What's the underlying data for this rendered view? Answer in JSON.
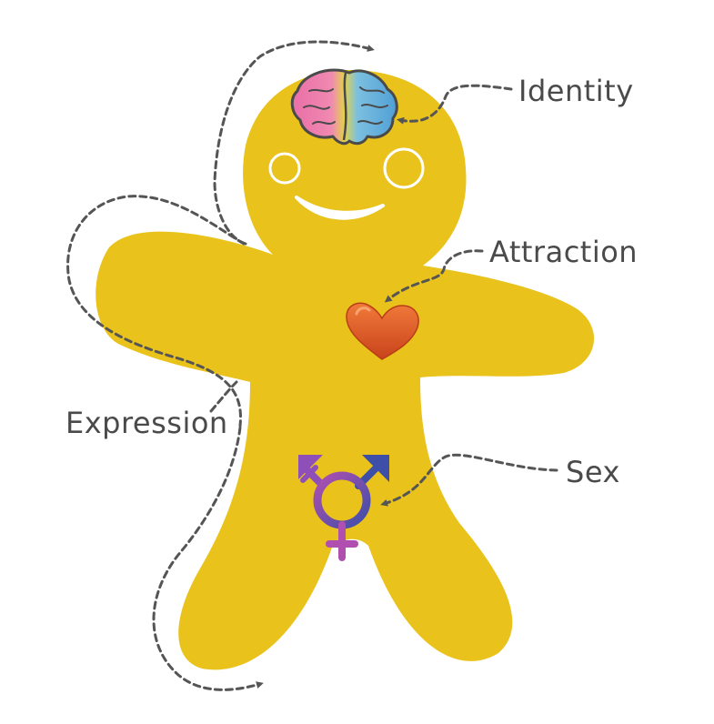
{
  "labels": {
    "identity": "Identity",
    "attraction": "Attraction",
    "expression": "Expression",
    "sex": "Sex"
  },
  "colors": {
    "body": "#E9C21B",
    "arrow": "#555555",
    "heart": "#D94E1F",
    "brain_left": "#E96FA8",
    "brain_middle": "#E3D24A",
    "brain_right": "#5AA8D8",
    "symbol_female": "#B04FB0",
    "symbol_male": "#3E4FA8",
    "symbol_ring": "#8A4FB0",
    "face": "#ffffff"
  },
  "icons": {
    "brain": "brain-icon",
    "heart": "heart-icon",
    "gender": "transgender-symbol-icon"
  }
}
